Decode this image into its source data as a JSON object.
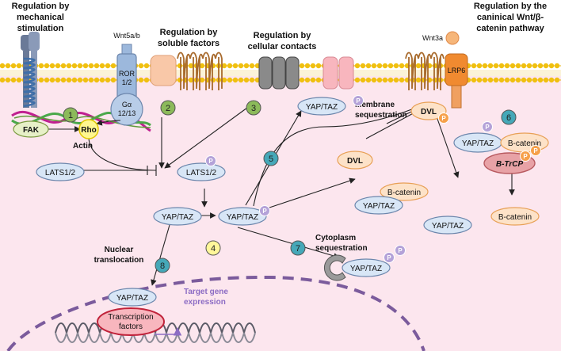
{
  "headings": {
    "mechanical": [
      "Regulation by",
      "mechanical",
      "stimulation"
    ],
    "soluble": [
      "Regulation by",
      "soluble factors"
    ],
    "contacts": [
      "Regulation by",
      "cellular contacts"
    ],
    "wnt": [
      "Regulation by the",
      "caninical Wnt/β-",
      "catenin pathway"
    ]
  },
  "labels": {
    "wnt5ab": "Wnt5a/b",
    "ror": [
      "ROR",
      "1/2"
    ],
    "galpha": [
      "Gα",
      "12/13"
    ],
    "wnt3a": "Wnt3a",
    "lrp6": "LRP6",
    "fak": "FAK",
    "rho": "Rho",
    "actin": "Actin",
    "lats_left": "LATS1/2",
    "lats_right": "LATS1/2",
    "yap_membrane": "YAP/TAZ",
    "membrane_seq": [
      "Membrane",
      "sequestration"
    ],
    "dvl_top": "DVL",
    "dvl_mid": "DVL",
    "yap_wnt": "YAP/TAZ",
    "bcat_wnt": "B-catenin",
    "btrcp": "B-TrCP",
    "yap_center": "YAP/TAZ",
    "yap_left": "YAP/TAZ",
    "bcat_mid": "B-catenin",
    "yap_bcat": "YAP/TAZ",
    "yap_free": "YAP/TAZ",
    "bcat_free": "B-catenin",
    "cyto_seq": [
      "Cytoplasm",
      "sequestration"
    ],
    "yap_cyto": "YAP/TAZ",
    "nuclear": [
      "Nuclear",
      "translocation"
    ],
    "yap_nuc": "YAP/TAZ",
    "tf": [
      "Transcription",
      "factors"
    ],
    "target": [
      "Target gene",
      "expression"
    ],
    "phospho": "P"
  },
  "steps": [
    "1",
    "2",
    "3",
    "4",
    "5",
    "6",
    "7",
    "8"
  ],
  "colors": {
    "cytoplasm": "#fce6ee",
    "membrane_head": "#f0c010",
    "step_green": "#8cba5a",
    "step_teal": "#45a8b8",
    "step_yellow": "#fff79a",
    "yap_fill": "#d8e6f6",
    "yap_stroke": "#6c86ac",
    "bcat_fill": "#fde2c8",
    "bcat_stroke": "#e8a056",
    "phospho": "#b4a2d8",
    "phospho_orange": "#f6a04a",
    "nucleus_border": "#7b5b9c",
    "target_text": "#8c6cc4"
  }
}
